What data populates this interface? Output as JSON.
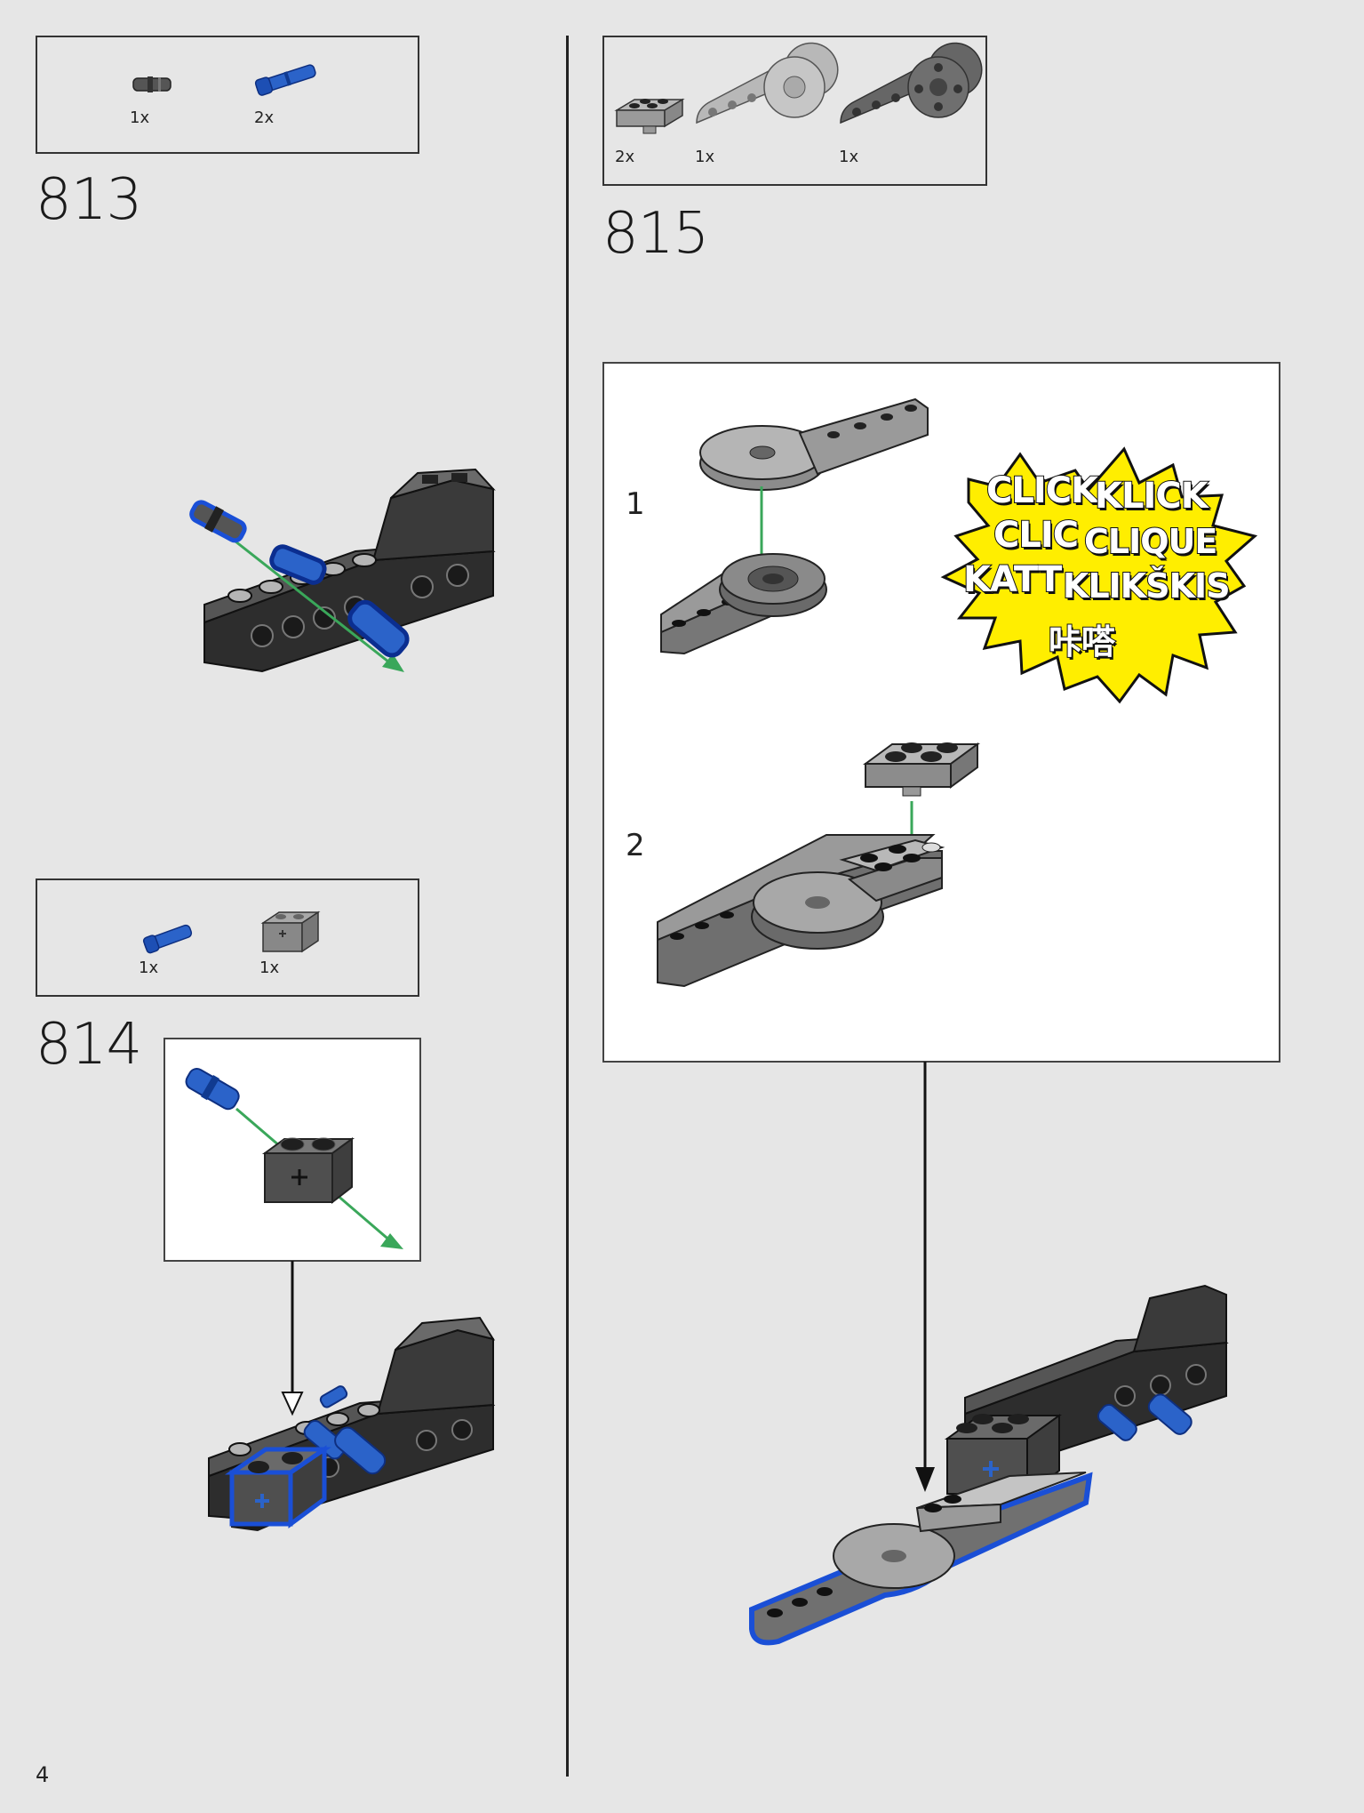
{
  "page": {
    "number": "4"
  },
  "steps": [
    {
      "number": "813",
      "parts": [
        {
          "qty": "1x",
          "icon": "dark-connector-pin-icon"
        },
        {
          "qty": "2x",
          "icon": "blue-axle-pin-icon"
        }
      ]
    },
    {
      "number": "814",
      "parts": [
        {
          "qty": "1x",
          "icon": "blue-axle-pin-icon"
        },
        {
          "qty": "1x",
          "icon": "technic-brick-axle-hole-icon"
        }
      ]
    },
    {
      "number": "815",
      "parts": [
        {
          "qty": "2x",
          "icon": "plate-2x2-icon"
        },
        {
          "qty": "1x",
          "icon": "light-rotation-arm-icon"
        },
        {
          "qty": "1x",
          "icon": "dark-rotation-arm-icon"
        }
      ],
      "substeps": [
        "1",
        "2"
      ],
      "click_burst": [
        "CLICK",
        "KLICK",
        "CLIC",
        "CLIQUE",
        "KATT",
        "KLIKŠKIS",
        "咔嗒"
      ]
    }
  ],
  "colors": {
    "background": "#e6e6e6",
    "highlight": "#1a4fd6",
    "arrow_green": "#3aa75a",
    "burst_yellow": "#ffee00",
    "dark_grey": "#5a5a5a",
    "light_grey": "#a4a4a4"
  }
}
